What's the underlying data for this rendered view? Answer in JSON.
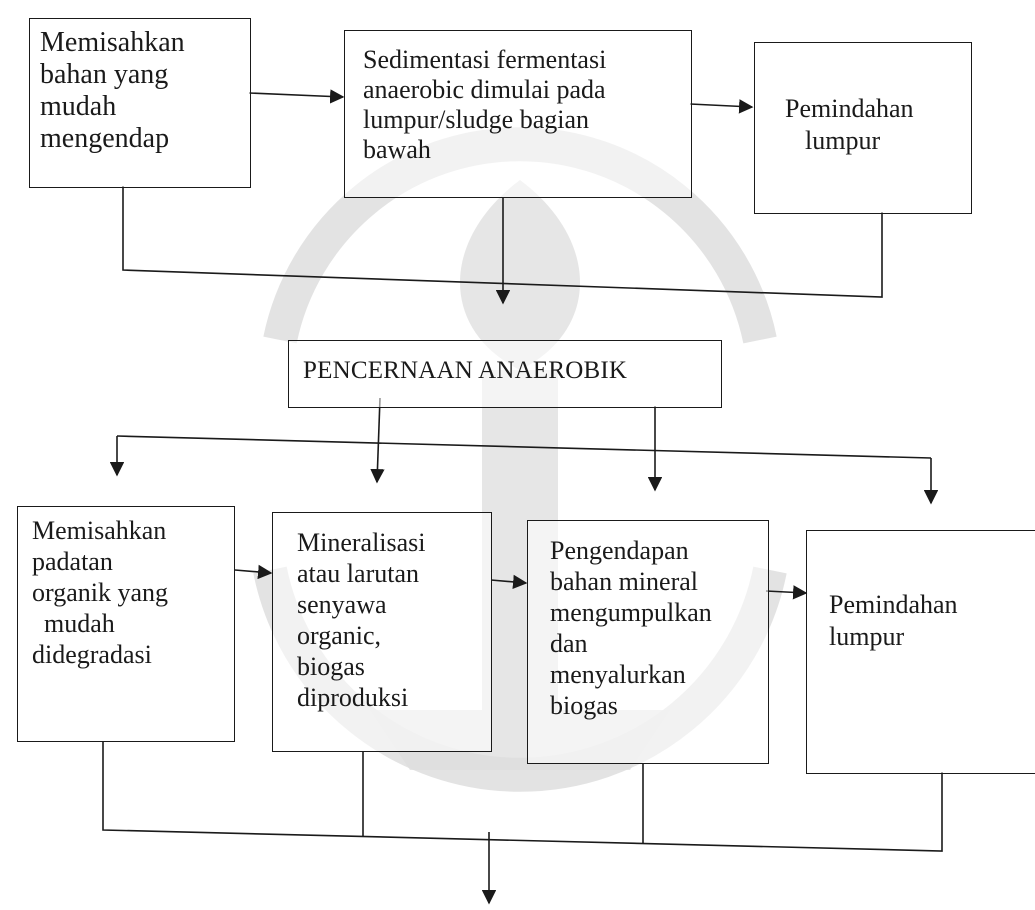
{
  "diagram": {
    "top_row": {
      "box1": [
        "Memisahkan",
        "bahan yang",
        "mudah",
        "mengendap"
      ],
      "box2": [
        "Sedimentasi fermentasi",
        "anaerobic dimulai pada",
        "lumpur/sludge bagian",
        "bawah"
      ],
      "box3": [
        "Pemindahan",
        "lumpur"
      ]
    },
    "center": {
      "title": "PENCERNAAN ANAEROBIK"
    },
    "bottom_row": {
      "box1": [
        "Memisahkan",
        "padatan",
        "organik yang",
        "mudah",
        "didegradasi"
      ],
      "box2": [
        "Mineralisasi",
        "atau larutan",
        "senyawa",
        "organic,",
        "biogas",
        "diproduksi"
      ],
      "box3": [
        "Pengendapan",
        "bahan mineral",
        "mengumpulkan",
        "dan",
        "menyalurkan",
        "biogas"
      ],
      "box4": [
        "Pemindahan",
        "lumpur"
      ]
    },
    "colors": {
      "line": "#1a1a1a",
      "watermark": "#d4d4d4"
    }
  }
}
